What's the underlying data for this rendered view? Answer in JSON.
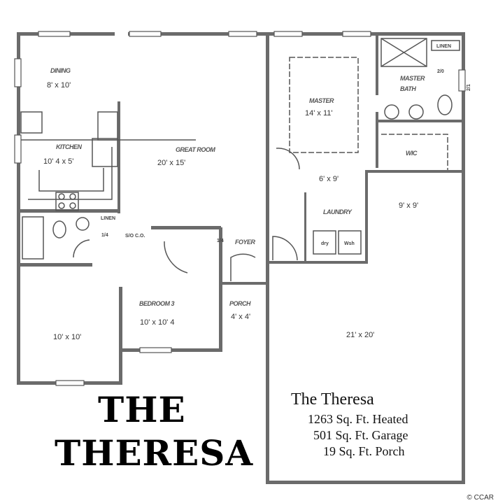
{
  "rooms": {
    "dining": {
      "name": "DINING",
      "size": "8' x 10'"
    },
    "kitchen": {
      "name": "KITCHEN",
      "size": "10' 4 x 5'"
    },
    "great_room": {
      "name": "GREAT ROOM",
      "size": "20' x 15'"
    },
    "master": {
      "name": "MASTER",
      "size": "14' x 11'"
    },
    "master_bath": {
      "name_line1": "MASTER",
      "name_line2": "BATH"
    },
    "linen_master": {
      "name": "LINEN"
    },
    "wic": {
      "name": "WIC"
    },
    "hall": {
      "size": "6' x 9'"
    },
    "laundry": {
      "name": "LAUNDRY"
    },
    "storage": {
      "size": "9' x 9'"
    },
    "linen_hall": {
      "name": "LINEN"
    },
    "so_co": {
      "name": "S/O C.O."
    },
    "foyer": {
      "name": "FOYER"
    },
    "bedroom3": {
      "name": "BEDROOM 3",
      "size": "10' x 10' 4"
    },
    "bedroom2": {
      "size": "10' x 10'"
    },
    "porch": {
      "name": "PORCH",
      "size": "4' x 4'"
    },
    "garage": {
      "size": "21' x 20'"
    }
  },
  "annotations": {
    "door_20": "2/0",
    "door_21": "2/1",
    "door_14a": "1/4",
    "door_14b": "1/4",
    "dryer": "dry",
    "washer": "Wsh"
  },
  "title": {
    "line1": "THE",
    "line2": "THERESA"
  },
  "info": {
    "name": "The Theresa",
    "heated": "1263 Sq. Ft. Heated",
    "garage": "501 Sq. Ft. Garage",
    "porch": "19 Sq. Ft. Porch"
  },
  "credit": "© CCAR"
}
